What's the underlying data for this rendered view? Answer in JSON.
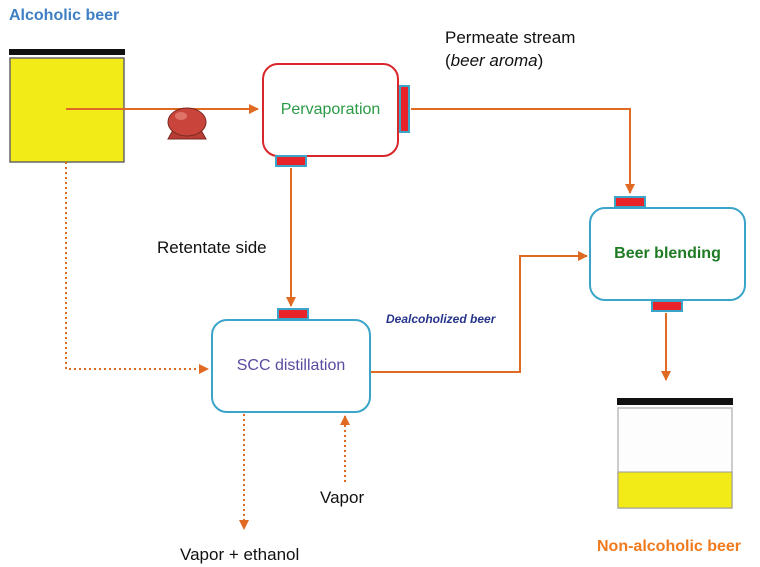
{
  "labels": {
    "alcoholic_beer": "Alcoholic beer",
    "permeate_stream": "Permeate stream",
    "beer_aroma_open": "(",
    "beer_aroma": "beer aroma",
    "beer_aroma_close": ")",
    "retentate_side": "Retentate side",
    "dealcoholized_beer": "Dealcoholized beer",
    "vapor": "Vapor",
    "vapor_ethanol": "Vapor + ethanol",
    "non_alcoholic_beer": "Non-alcoholic beer"
  },
  "nodes": {
    "pervaporation": "Pervaporation",
    "scc_distillation": "SCC distillation",
    "beer_blending": "Beer blending"
  },
  "colors": {
    "arrow": "#e06a22",
    "red_box_border": "#d9262b",
    "blue_box_border": "#3aa5c9",
    "port_fill": "#e8232a",
    "tank_yellow": "#f3eb17",
    "pump": "#c9453b",
    "blue_label": "#3f7fc3",
    "orange_label": "#f07a1e",
    "green_text": "#2a9a46",
    "dark_green_text": "#1f7a24",
    "purple_text": "#5a4aa0",
    "navy_text": "#27348b"
  }
}
